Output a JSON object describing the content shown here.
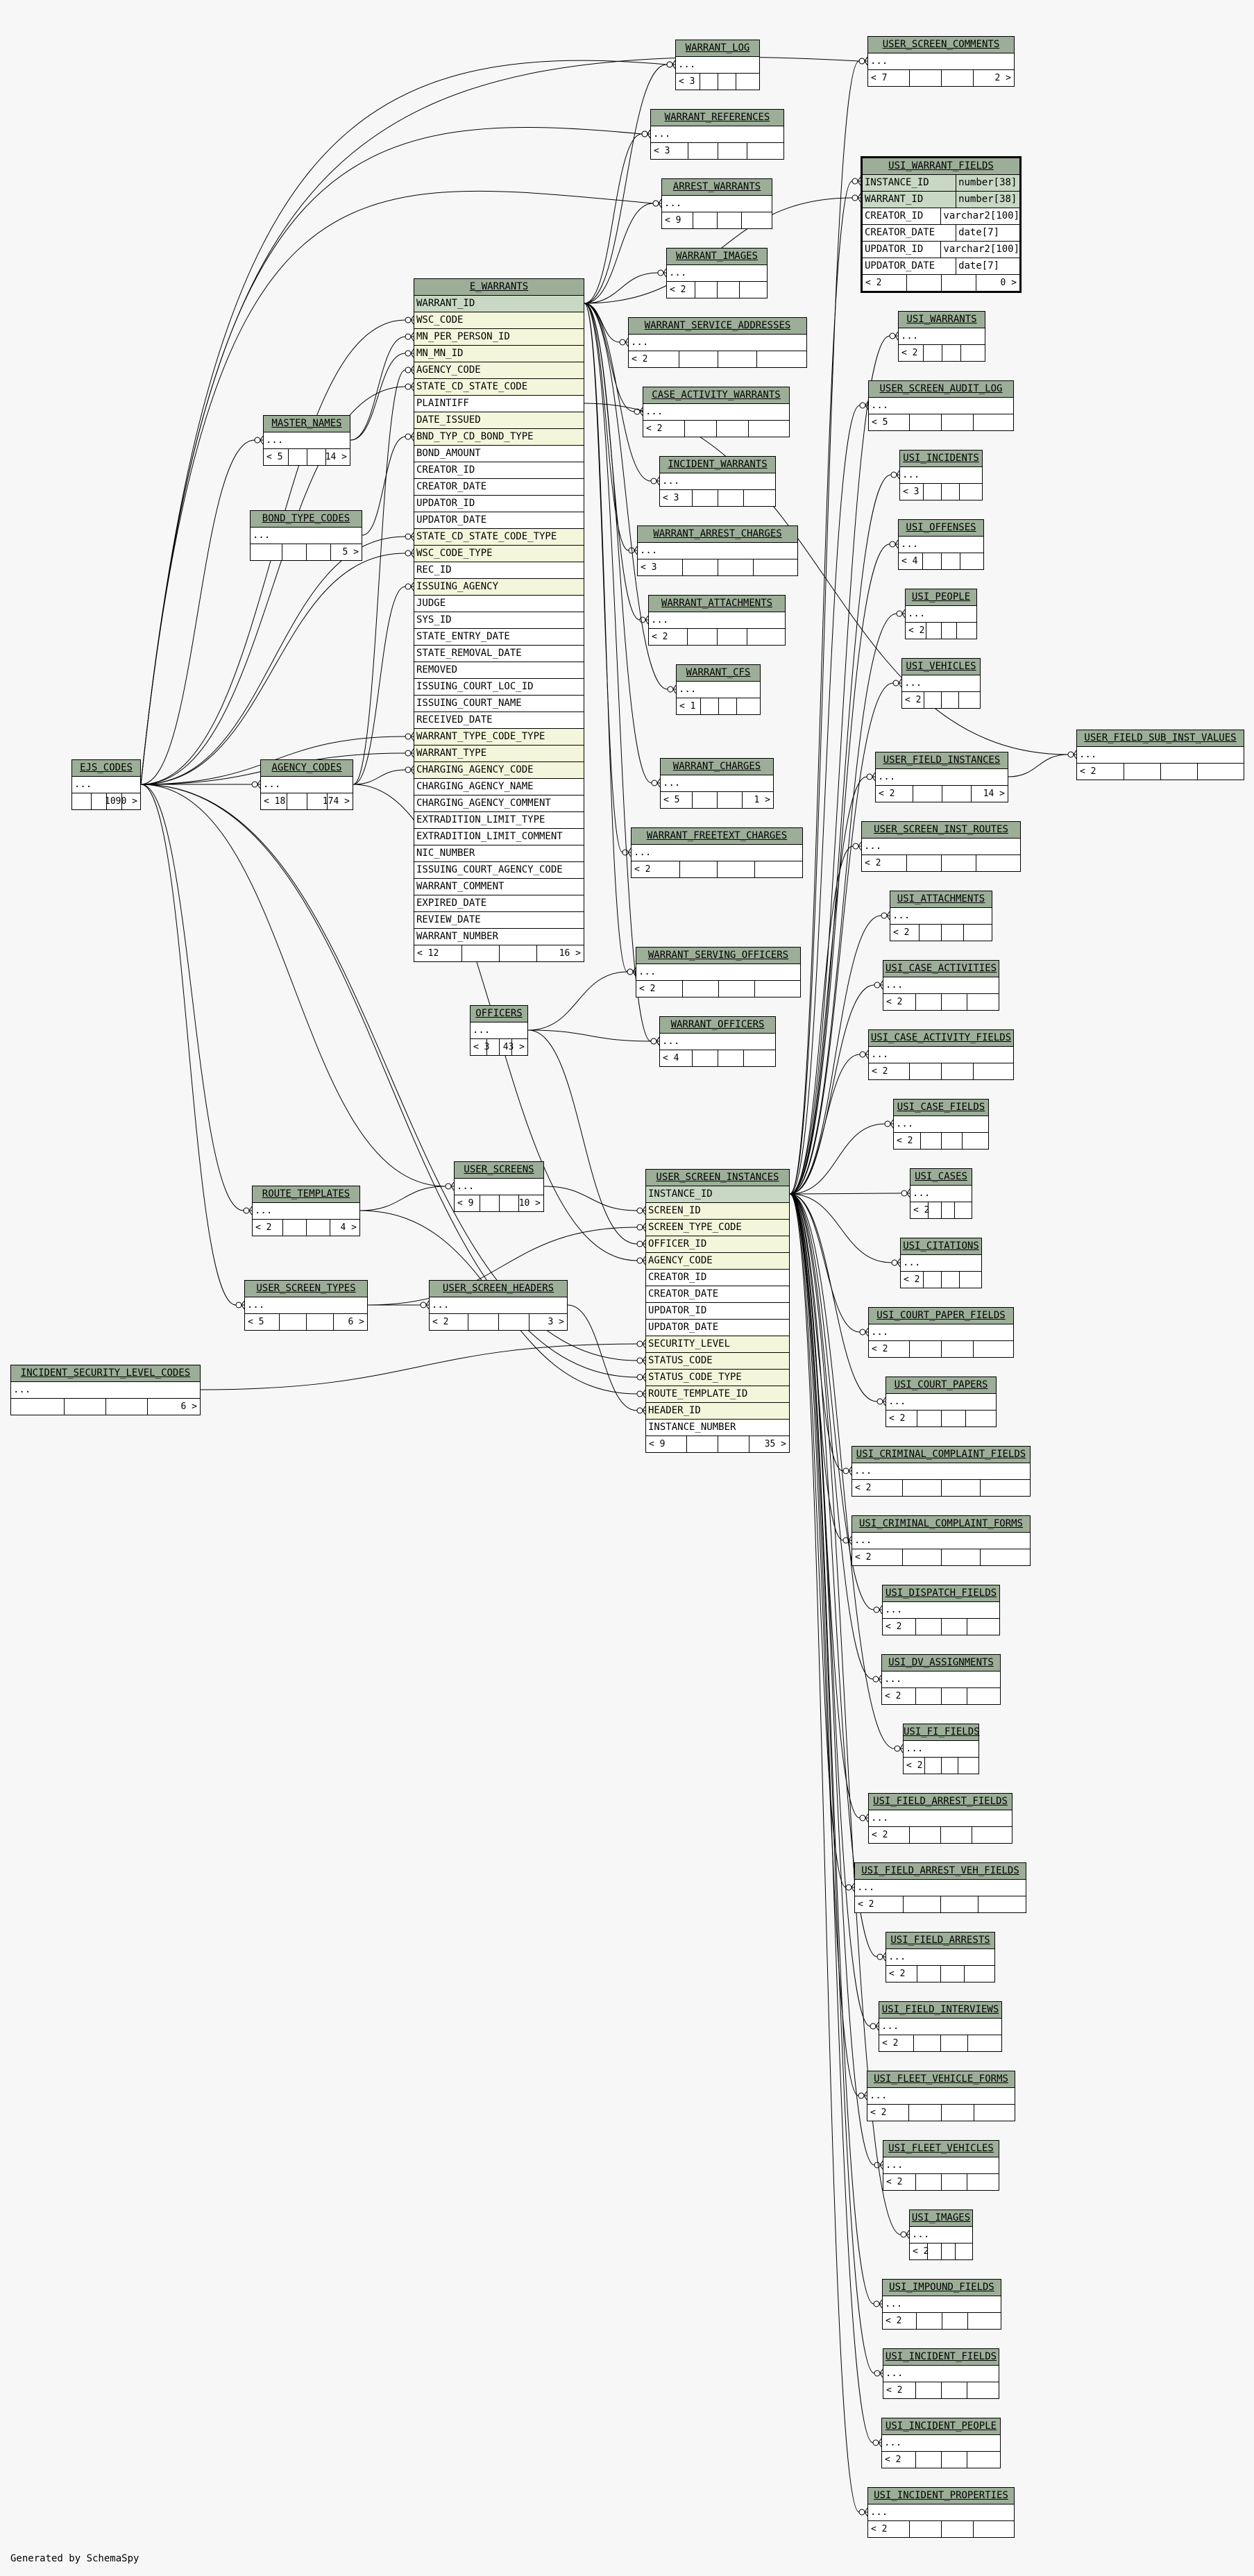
{
  "generated_by": "Generated by SchemaSpy",
  "focus_table": {
    "name": "USI_WARRANT_FIELDS",
    "columns": [
      {
        "name": "INSTANCE_ID",
        "type": "number[38]",
        "key": true
      },
      {
        "name": "WARRANT_ID",
        "type": "number[38]",
        "key": true
      },
      {
        "name": "CREATOR_ID",
        "type": "varchar2[100]",
        "key": false
      },
      {
        "name": "CREATOR_DATE",
        "type": "date[7]",
        "key": false
      },
      {
        "name": "UPDATOR_ID",
        "type": "varchar2[100]",
        "key": false
      },
      {
        "name": "UPDATOR_DATE",
        "type": "date[7]",
        "key": false
      }
    ],
    "footer_left": "< 2",
    "footer_right": "0 >"
  },
  "tables": {
    "warrant_log": {
      "title": "WARRANT_LOG",
      "ellipsis": "...",
      "fl": "< 3",
      "fr": ""
    },
    "warrant_references": {
      "title": "WARRANT_REFERENCES",
      "ellipsis": "...",
      "fl": "< 3",
      "fr": ""
    },
    "arrest_warrants": {
      "title": "ARREST_WARRANTS",
      "ellipsis": "...",
      "fl": "< 9",
      "fr": ""
    },
    "warrant_images": {
      "title": "WARRANT_IMAGES",
      "ellipsis": "...",
      "fl": "< 2",
      "fr": ""
    },
    "warrant_service_addresses": {
      "title": "WARRANT_SERVICE_ADDRESSES",
      "ellipsis": "...",
      "fl": "< 2",
      "fr": ""
    },
    "case_activity_warrants": {
      "title": "CASE_ACTIVITY_WARRANTS",
      "ellipsis": "...",
      "fl": "< 2",
      "fr": ""
    },
    "incident_warrants": {
      "title": "INCIDENT_WARRANTS",
      "ellipsis": "...",
      "fl": "< 3",
      "fr": ""
    },
    "warrant_arrest_charges": {
      "title": "WARRANT_ARREST_CHARGES",
      "ellipsis": "...",
      "fl": "< 3",
      "fr": ""
    },
    "warrant_attachments": {
      "title": "WARRANT_ATTACHMENTS",
      "ellipsis": "...",
      "fl": "< 2",
      "fr": ""
    },
    "warrant_cfs": {
      "title": "WARRANT_CFS",
      "ellipsis": "...",
      "fl": "< 1",
      "fr": ""
    },
    "warrant_charges": {
      "title": "WARRANT_CHARGES",
      "ellipsis": "...",
      "fl": "< 5",
      "fr": "1 >"
    },
    "warrant_freetext_charges": {
      "title": "WARRANT_FREETEXT_CHARGES",
      "ellipsis": "...",
      "fl": "< 2",
      "fr": ""
    },
    "warrant_serving_officers": {
      "title": "WARRANT_SERVING_OFFICERS",
      "ellipsis": "...",
      "fl": "< 2",
      "fr": ""
    },
    "warrant_officers": {
      "title": "WARRANT_OFFICERS",
      "ellipsis": "...",
      "fl": "< 4",
      "fr": ""
    },
    "master_names": {
      "title": "MASTER_NAMES",
      "ellipsis": "...",
      "fl": "< 5",
      "fr": "14 >"
    },
    "bond_type_codes": {
      "title": "BOND_TYPE_CODES",
      "ellipsis": "...",
      "fl": "",
      "fr": "5 >"
    },
    "ejs_codes": {
      "title": "EJS_CODES",
      "ellipsis": "...",
      "fl": "",
      "fr": "1090 >"
    },
    "agency_codes": {
      "title": "AGENCY_CODES",
      "ellipsis": "...",
      "fl": "< 18",
      "fr": "174 >"
    },
    "officers": {
      "title": "OFFICERS",
      "ellipsis": "...",
      "fl": "< 3",
      "fr": "43 >"
    },
    "route_templates": {
      "title": "ROUTE_TEMPLATES",
      "ellipsis": "...",
      "fl": "< 2",
      "fr": "4 >"
    },
    "user_screens": {
      "title": "USER_SCREENS",
      "ellipsis": "...",
      "fl": "< 9",
      "fr": "10 >"
    },
    "user_screen_types": {
      "title": "USER_SCREEN_TYPES",
      "ellipsis": "...",
      "fl": "< 5",
      "fr": "6 >"
    },
    "user_screen_headers": {
      "title": "USER_SCREEN_HEADERS",
      "ellipsis": "...",
      "fl": "< 2",
      "fr": "3 >"
    },
    "incident_security_level_codes": {
      "title": "INCIDENT_SECURITY_LEVEL_CODES",
      "ellipsis": "...",
      "fl": "",
      "fr": "6 >"
    },
    "user_screen_comments": {
      "title": "USER_SCREEN_COMMENTS",
      "ellipsis": "...",
      "fl": "< 7",
      "fr": "2 >"
    },
    "usi_warrants": {
      "title": "USI_WARRANTS",
      "ellipsis": "...",
      "fl": "< 2",
      "fr": ""
    },
    "user_screen_audit_log": {
      "title": "USER_SCREEN_AUDIT_LOG",
      "ellipsis": "...",
      "fl": "< 5",
      "fr": ""
    },
    "usi_incidents": {
      "title": "USI_INCIDENTS",
      "ellipsis": "...",
      "fl": "< 3",
      "fr": ""
    },
    "usi_offenses": {
      "title": "USI_OFFENSES",
      "ellipsis": "...",
      "fl": "< 4",
      "fr": ""
    },
    "usi_people": {
      "title": "USI_PEOPLE",
      "ellipsis": "...",
      "fl": "< 2",
      "fr": ""
    },
    "usi_vehicles": {
      "title": "USI_VEHICLES",
      "ellipsis": "...",
      "fl": "< 2",
      "fr": ""
    },
    "user_field_instances": {
      "title": "USER_FIELD_INSTANCES",
      "ellipsis": "...",
      "fl": "< 2",
      "fr": "14 >"
    },
    "user_field_sub_inst_values": {
      "title": "USER_FIELD_SUB_INST_VALUES",
      "ellipsis": "...",
      "fl": "< 2",
      "fr": ""
    },
    "user_screen_inst_routes": {
      "title": "USER_SCREEN_INST_ROUTES",
      "ellipsis": "...",
      "fl": "< 2",
      "fr": ""
    },
    "usi_attachments": {
      "title": "USI_ATTACHMENTS",
      "ellipsis": "...",
      "fl": "< 2",
      "fr": ""
    },
    "usi_case_activities": {
      "title": "USI_CASE_ACTIVITIES",
      "ellipsis": "...",
      "fl": "< 2",
      "fr": ""
    },
    "usi_case_activity_fields": {
      "title": "USI_CASE_ACTIVITY_FIELDS",
      "ellipsis": "...",
      "fl": "< 2",
      "fr": ""
    },
    "usi_case_fields": {
      "title": "USI_CASE_FIELDS",
      "ellipsis": "...",
      "fl": "< 2",
      "fr": ""
    },
    "usi_cases": {
      "title": "USI_CASES",
      "ellipsis": "...",
      "fl": "< 2",
      "fr": ""
    },
    "usi_citations": {
      "title": "USI_CITATIONS",
      "ellipsis": "...",
      "fl": "< 2",
      "fr": ""
    },
    "usi_court_paper_fields": {
      "title": "USI_COURT_PAPER_FIELDS",
      "ellipsis": "...",
      "fl": "< 2",
      "fr": ""
    },
    "usi_court_papers": {
      "title": "USI_COURT_PAPERS",
      "ellipsis": "...",
      "fl": "< 2",
      "fr": ""
    },
    "usi_criminal_complaint_fields": {
      "title": "USI_CRIMINAL_COMPLAINT_FIELDS",
      "ellipsis": "...",
      "fl": "< 2",
      "fr": ""
    },
    "usi_criminal_complaint_forms": {
      "title": "USI_CRIMINAL_COMPLAINT_FORMS",
      "ellipsis": "...",
      "fl": "< 2",
      "fr": ""
    },
    "usi_dispatch_fields": {
      "title": "USI_DISPATCH_FIELDS",
      "ellipsis": "...",
      "fl": "< 2",
      "fr": ""
    },
    "usi_dv_assignments": {
      "title": "USI_DV_ASSIGNMENTS",
      "ellipsis": "...",
      "fl": "< 2",
      "fr": ""
    },
    "usi_fi_fields": {
      "title": "USI_FI_FIELDS",
      "ellipsis": "...",
      "fl": "< 2",
      "fr": ""
    },
    "usi_field_arrest_fields": {
      "title": "USI_FIELD_ARREST_FIELDS",
      "ellipsis": "...",
      "fl": "< 2",
      "fr": ""
    },
    "usi_field_arrest_veh_fields": {
      "title": "USI_FIELD_ARREST_VEH_FIELDS",
      "ellipsis": "...",
      "fl": "< 2",
      "fr": ""
    },
    "usi_field_arrests": {
      "title": "USI_FIELD_ARRESTS",
      "ellipsis": "...",
      "fl": "< 2",
      "fr": ""
    },
    "usi_field_interviews": {
      "title": "USI_FIELD_INTERVIEWS",
      "ellipsis": "...",
      "fl": "< 2",
      "fr": ""
    },
    "usi_fleet_vehicle_forms": {
      "title": "USI_FLEET_VEHICLE_FORMS",
      "ellipsis": "...",
      "fl": "< 2",
      "fr": ""
    },
    "usi_fleet_vehicles": {
      "title": "USI_FLEET_VEHICLES",
      "ellipsis": "...",
      "fl": "< 2",
      "fr": ""
    },
    "usi_images": {
      "title": "USI_IMAGES",
      "ellipsis": "...",
      "fl": "< 2",
      "fr": ""
    },
    "usi_impound_fields": {
      "title": "USI_IMPOUND_FIELDS",
      "ellipsis": "...",
      "fl": "< 2",
      "fr": ""
    },
    "usi_incident_fields": {
      "title": "USI_INCIDENT_FIELDS",
      "ellipsis": "...",
      "fl": "< 2",
      "fr": ""
    },
    "usi_incident_people": {
      "title": "USI_INCIDENT_PEOPLE",
      "ellipsis": "...",
      "fl": "< 2",
      "fr": ""
    },
    "usi_incident_properties": {
      "title": "USI_INCIDENT_PROPERTIES",
      "ellipsis": "...",
      "fl": "< 2",
      "fr": ""
    }
  },
  "e_warrants": {
    "title": "E_WARRANTS",
    "columns": [
      {
        "name": "WARRANT_ID",
        "kind": "pk"
      },
      {
        "name": "WSC_CODE",
        "kind": "key"
      },
      {
        "name": "MN_PER_PERSON_ID",
        "kind": "key"
      },
      {
        "name": "MN_MN_ID",
        "kind": "key"
      },
      {
        "name": "AGENCY_CODE",
        "kind": "key"
      },
      {
        "name": "STATE_CD_STATE_CODE",
        "kind": "key"
      },
      {
        "name": "PLAINTIFF",
        "kind": "plain"
      },
      {
        "name": "DATE_ISSUED",
        "kind": "key"
      },
      {
        "name": "BND_TYP_CD_BOND_TYPE",
        "kind": "key"
      },
      {
        "name": "BOND_AMOUNT",
        "kind": "plain"
      },
      {
        "name": "CREATOR_ID",
        "kind": "plain"
      },
      {
        "name": "CREATOR_DATE",
        "kind": "plain"
      },
      {
        "name": "UPDATOR_ID",
        "kind": "plain"
      },
      {
        "name": "UPDATOR_DATE",
        "kind": "plain"
      },
      {
        "name": "STATE_CD_STATE_CODE_TYPE",
        "kind": "key"
      },
      {
        "name": "WSC_CODE_TYPE",
        "kind": "key"
      },
      {
        "name": "REC_ID",
        "kind": "plain"
      },
      {
        "name": "ISSUING_AGENCY",
        "kind": "key"
      },
      {
        "name": "JUDGE",
        "kind": "plain"
      },
      {
        "name": "SYS_ID",
        "kind": "plain"
      },
      {
        "name": "STATE_ENTRY_DATE",
        "kind": "plain"
      },
      {
        "name": "STATE_REMOVAL_DATE",
        "kind": "plain"
      },
      {
        "name": "REMOVED",
        "kind": "plain"
      },
      {
        "name": "ISSUING_COURT_LOC_ID",
        "kind": "plain"
      },
      {
        "name": "ISSUING_COURT_NAME",
        "kind": "plain"
      },
      {
        "name": "RECEIVED_DATE",
        "kind": "plain"
      },
      {
        "name": "WARRANT_TYPE_CODE_TYPE",
        "kind": "key"
      },
      {
        "name": "WARRANT_TYPE",
        "kind": "key"
      },
      {
        "name": "CHARGING_AGENCY_CODE",
        "kind": "key"
      },
      {
        "name": "CHARGING_AGENCY_NAME",
        "kind": "plain"
      },
      {
        "name": "CHARGING_AGENCY_COMMENT",
        "kind": "plain"
      },
      {
        "name": "EXTRADITION_LIMIT_TYPE",
        "kind": "plain"
      },
      {
        "name": "EXTRADITION_LIMIT_COMMENT",
        "kind": "plain"
      },
      {
        "name": "NIC_NUMBER",
        "kind": "plain"
      },
      {
        "name": "ISSUING_COURT_AGENCY_CODE",
        "kind": "plain"
      },
      {
        "name": "WARRANT_COMMENT",
        "kind": "plain"
      },
      {
        "name": "EXPIRED_DATE",
        "kind": "plain"
      },
      {
        "name": "REVIEW_DATE",
        "kind": "plain"
      },
      {
        "name": "WARRANT_NUMBER",
        "kind": "plain"
      }
    ],
    "fl": "< 12",
    "fr": "16 >"
  },
  "user_screen_instances": {
    "title": "USER_SCREEN_INSTANCES",
    "columns": [
      {
        "name": "INSTANCE_ID",
        "kind": "pk"
      },
      {
        "name": "SCREEN_ID",
        "kind": "key"
      },
      {
        "name": "SCREEN_TYPE_CODE",
        "kind": "key"
      },
      {
        "name": "OFFICER_ID",
        "kind": "key"
      },
      {
        "name": "AGENCY_CODE",
        "kind": "key"
      },
      {
        "name": "CREATOR_ID",
        "kind": "plain"
      },
      {
        "name": "CREATOR_DATE",
        "kind": "plain"
      },
      {
        "name": "UPDATOR_ID",
        "kind": "plain"
      },
      {
        "name": "UPDATOR_DATE",
        "kind": "plain"
      },
      {
        "name": "SECURITY_LEVEL",
        "kind": "key"
      },
      {
        "name": "STATUS_CODE",
        "kind": "key"
      },
      {
        "name": "STATUS_CODE_TYPE",
        "kind": "key"
      },
      {
        "name": "ROUTE_TEMPLATE_ID",
        "kind": "key"
      },
      {
        "name": "HEADER_ID",
        "kind": "key"
      },
      {
        "name": "INSTANCE_NUMBER",
        "kind": "plain"
      }
    ],
    "fl": "< 9",
    "fr": "35 >"
  }
}
